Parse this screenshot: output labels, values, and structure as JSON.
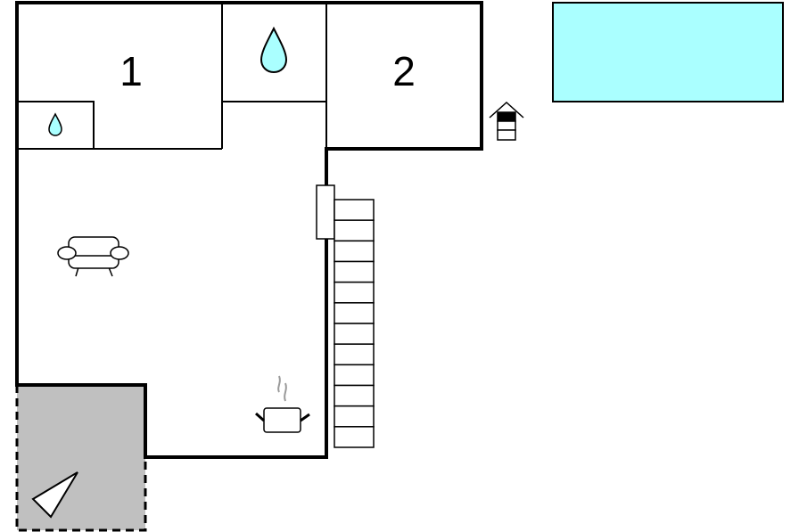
{
  "rooms": {
    "bedroom1_label": "1",
    "bedroom2_label": "2"
  },
  "colors": {
    "pool": "#aaffff",
    "water_drop": "#aaffff",
    "terrace": "#c0c0c0",
    "wall": "#000000"
  },
  "stairs": {
    "steps": 12
  }
}
